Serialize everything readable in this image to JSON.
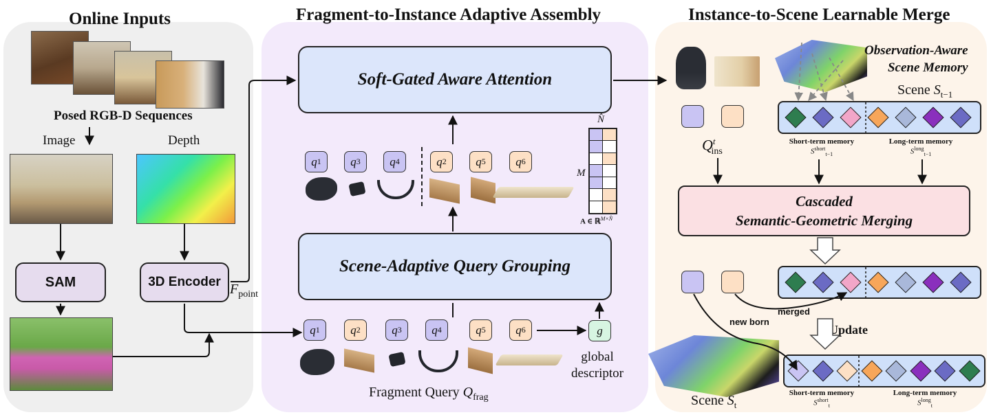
{
  "sections": {
    "online": {
      "title": "Online Inputs"
    },
    "assembly": {
      "title": "Fragment-to-Instance  Adaptive Assembly"
    },
    "merge": {
      "title": "Instance-to-Scene Learnable Merge"
    }
  },
  "online": {
    "posed_label": "Posed RGB-D Sequences",
    "image_label": "Image",
    "depth_label": "Depth",
    "sam_label": "SAM",
    "encoder_label": "3D Encoder",
    "fpoint_main": "F",
    "fpoint_sub": "point"
  },
  "assembly": {
    "attention_label": "Soft-Gated Aware Attention",
    "grouping_label": "Scene-Adaptive Query Grouping",
    "top_queries": [
      {
        "q": "q",
        "sub": "1",
        "color": "purple"
      },
      {
        "q": "q",
        "sub": "3",
        "color": "purple"
      },
      {
        "q": "q",
        "sub": "4",
        "color": "purple"
      },
      {
        "q": "q",
        "sub": "2",
        "color": "orange"
      },
      {
        "q": "q",
        "sub": "5",
        "color": "orange"
      },
      {
        "q": "q",
        "sub": "6",
        "color": "orange"
      }
    ],
    "bottom_queries": [
      {
        "q": "q",
        "sub": "1",
        "color": "purple"
      },
      {
        "q": "q",
        "sub": "2",
        "color": "orange"
      },
      {
        "q": "q",
        "sub": "3",
        "color": "purple"
      },
      {
        "q": "q",
        "sub": "4",
        "color": "purple"
      },
      {
        "q": "q",
        "sub": "5",
        "color": "orange"
      },
      {
        "q": "q",
        "sub": "6",
        "color": "orange"
      }
    ],
    "global_symbol": "g",
    "global_caption": "global\ndescriptor",
    "fragment_caption": "Fragment Query",
    "fragment_symbol": "Q",
    "fragment_sub": "frag",
    "matrix_top_label": "N̂",
    "matrix_side_label": "M",
    "matrix_caption": "A ∈ ℝ",
    "matrix_caption_sup": "M×N̂"
  },
  "merge": {
    "memory_title": "Observation-Aware\nScene Memory",
    "scene_prev": "Scene",
    "scene_prev_symbol": "S",
    "scene_prev_sub": "t−1",
    "qins_symbol": "Q",
    "qins_sup": "t",
    "qins_sub": "ins",
    "short_term_label": "Short-term memory",
    "long_term_label": "Long-term memory",
    "short_prev_sym": "S",
    "short_prev_sup": "short",
    "short_prev_sub": "t−1",
    "long_prev_sym": "S",
    "long_prev_sup": "long",
    "long_prev_sub": "t−1",
    "cascade_label": "Cascaded\nSemantic-Geometric Merging",
    "merged_label": "merged",
    "new_born_label": "new born",
    "update_label": "Update",
    "scene_t": "Scene",
    "scene_t_symbol": "S",
    "scene_t_sub": "t",
    "short_t_sym": "S",
    "short_t_sup": "short",
    "short_t_sub": "t",
    "long_t_sym": "S",
    "long_t_sup": "long",
    "long_t_sub": "t",
    "diamonds_prev": [
      "#2e7d4f",
      "#6b6bc4",
      "#f2a6c8",
      "#f7a65a",
      "#a9b8da",
      "#8a2fbd",
      "#6b6bc4"
    ],
    "diamonds_mid": [
      "#2e7d4f",
      "#6b6bc4",
      "#f2a6c8",
      "#f7a65a",
      "#a9b8da",
      "#8a2fbd",
      "#6b6bc4"
    ],
    "diamonds_new": [
      "#c9c4f3",
      "#6b6bc4",
      "#fde0c5",
      "#f7a65a",
      "#a9b8da",
      "#8a2fbd",
      "#6b6bc4",
      "#2e7d4f"
    ]
  },
  "colors": {
    "panel_online": "#efefef",
    "panel_assembly": "#f3eafb",
    "panel_merge": "#fdf4ea",
    "box_blue": "#dce6fb",
    "box_sam": "#e6dcee",
    "box_cascade": "#fbe0e3",
    "purple": "#c9c4f3",
    "orange": "#fde0c5",
    "green_g": "#d7f5e2"
  }
}
